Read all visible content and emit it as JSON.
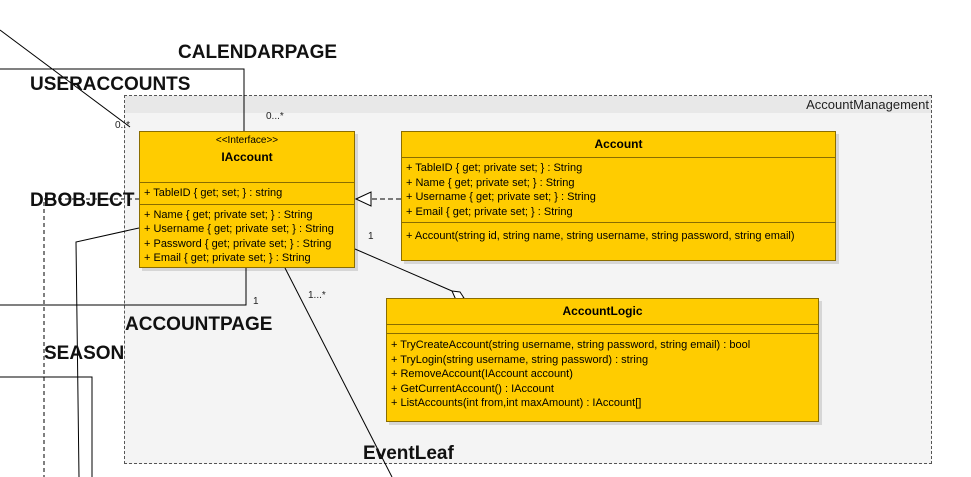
{
  "package": {
    "name": "AccountManagement"
  },
  "classes": {
    "iaccount": {
      "stereotype": "<<Interface>>",
      "name": "IAccount",
      "fields": [
        "+ TableID { get; set; } : string"
      ],
      "members": [
        "+ Name { get; private set; } : String",
        "+ Username { get; private set; } : String",
        "+ Password { get; private set; } : String",
        "+ Email { get; private set; } : String"
      ]
    },
    "account": {
      "name": "Account",
      "attributes": [
        "+ TableID { get; private set; } : String",
        "+ Name { get; private set; } : String",
        "+ Username { get; private set; } : String",
        "+ Email { get; private set; } : String"
      ],
      "operations": [
        "+ Account(string id, string name, string username, string password, string email)"
      ]
    },
    "accountlogic": {
      "name": "AccountLogic",
      "operations": [
        "+ TryCreateAccount(string username, string password, string email) :  bool",
        "+ TryLogin(string username, string password) :  string",
        "+ RemoveAccount(IAccount account)",
        "+ GetCurrentAccount() :  IAccount",
        "+ ListAccounts(int from,int maxAmount) :  IAccount[]"
      ]
    }
  },
  "external_labels": {
    "calendarpage": "CALENDARPAGE",
    "useraccounts": "USERACCOUNTS",
    "dbobject": "DBOBJECT",
    "accountpage": "ACCOUNTPAGE",
    "season": "SEASON",
    "eventleaf": "EventLeaf"
  },
  "multiplicities": {
    "top_right": "0...*",
    "top_left": "0..*",
    "right": "1",
    "bottom_right": "1...*",
    "bottom_left": "1"
  }
}
